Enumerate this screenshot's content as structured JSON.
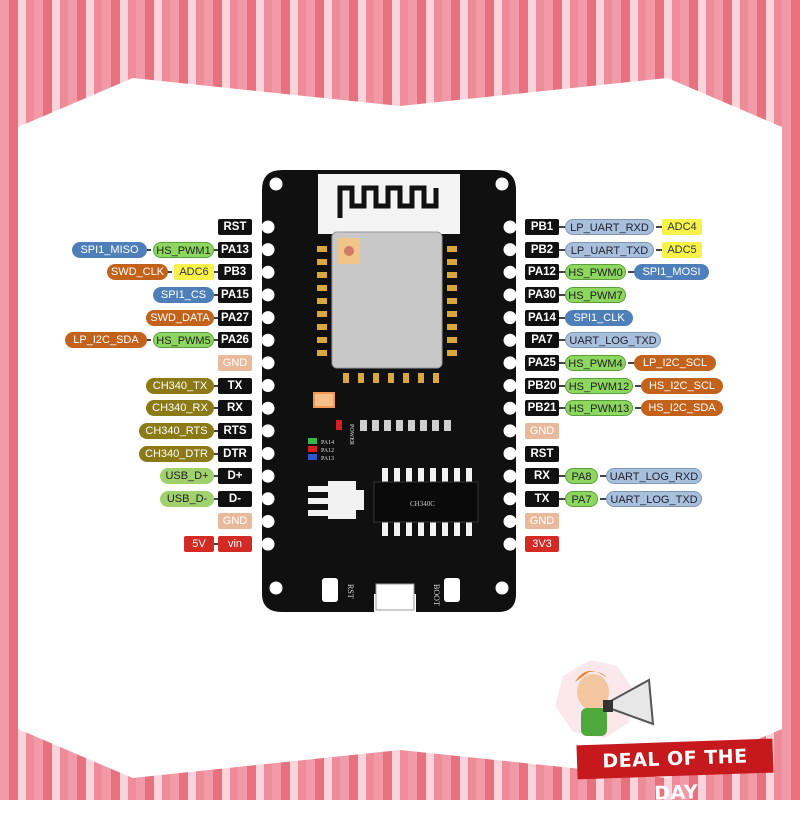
{
  "board": {
    "chip_label": "CH340C",
    "power_silk": "POWER",
    "led_labels": [
      "PA14",
      "PA12",
      "PA13"
    ],
    "rst_silk": "RST",
    "boot_silk": "BOOT"
  },
  "left_pins": [
    {
      "pin": "RST",
      "kind": "pin",
      "labels": []
    },
    {
      "pin": "PA13",
      "kind": "pin",
      "labels": [
        {
          "text": "HS_PWM1",
          "style": "green"
        },
        {
          "text": "SPI1_MISO",
          "style": "blue"
        }
      ]
    },
    {
      "pin": "PB3",
      "kind": "pin",
      "labels": [
        {
          "text": "ADC6",
          "style": "yellow"
        },
        {
          "text": "SWD_CLK",
          "style": "orange"
        }
      ]
    },
    {
      "pin": "PA15",
      "kind": "pin",
      "labels": [
        {
          "text": "SPI1_CS",
          "style": "blue"
        }
      ]
    },
    {
      "pin": "PA27",
      "kind": "pin",
      "labels": [
        {
          "text": "SWD_DATA",
          "style": "orange"
        }
      ]
    },
    {
      "pin": "PA26",
      "kind": "pin",
      "labels": [
        {
          "text": "HS_PWM5",
          "style": "green"
        },
        {
          "text": "LP_I2C_SDA",
          "style": "orange"
        }
      ]
    },
    {
      "pin": "GND",
      "kind": "gnd",
      "labels": []
    },
    {
      "pin": "TX",
      "kind": "pin",
      "labels": [
        {
          "text": "CH340_TX",
          "style": "olive"
        }
      ]
    },
    {
      "pin": "RX",
      "kind": "pin",
      "labels": [
        {
          "text": "CH340_RX",
          "style": "olive"
        }
      ]
    },
    {
      "pin": "RTS",
      "kind": "pin",
      "labels": [
        {
          "text": "CH340_RTS",
          "style": "olive"
        }
      ]
    },
    {
      "pin": "DTR",
      "kind": "pin",
      "labels": [
        {
          "text": "CH340_DTR",
          "style": "olive"
        }
      ]
    },
    {
      "pin": "D+",
      "kind": "pin",
      "labels": [
        {
          "text": "USB_D+",
          "style": "lightgreen"
        }
      ]
    },
    {
      "pin": "D-",
      "kind": "pin",
      "labels": [
        {
          "text": "USB_D-",
          "style": "lightgreen"
        }
      ]
    },
    {
      "pin": "GND",
      "kind": "gnd",
      "labels": []
    },
    {
      "pin": "vin",
      "kind": "power",
      "labels": [
        {
          "text": "5V",
          "style": "power"
        }
      ]
    }
  ],
  "right_pins": [
    {
      "pin": "PB1",
      "kind": "pin",
      "labels": [
        {
          "text": "LP_UART_RXD",
          "style": "lightblue"
        },
        {
          "text": "ADC4",
          "style": "yellow"
        }
      ]
    },
    {
      "pin": "PB2",
      "kind": "pin",
      "labels": [
        {
          "text": "LP_UART_TXD",
          "style": "lightblue"
        },
        {
          "text": "ADC5",
          "style": "yellow"
        }
      ]
    },
    {
      "pin": "PA12",
      "kind": "pin",
      "labels": [
        {
          "text": "HS_PWM0",
          "style": "green"
        },
        {
          "text": "SPI1_MOSI",
          "style": "blue"
        }
      ]
    },
    {
      "pin": "PA30",
      "kind": "pin",
      "labels": [
        {
          "text": "HS_PWM7",
          "style": "green"
        }
      ]
    },
    {
      "pin": "PA14",
      "kind": "pin",
      "labels": [
        {
          "text": "SPI1_CLK",
          "style": "blue"
        }
      ]
    },
    {
      "pin": "PA7",
      "kind": "pin",
      "labels": [
        {
          "text": "UART_LOG_TXD",
          "style": "lightblue"
        }
      ]
    },
    {
      "pin": "PA25",
      "kind": "pin",
      "labels": [
        {
          "text": "HS_PWM4",
          "style": "green"
        },
        {
          "text": "LP_I2C_SCL",
          "style": "orange"
        }
      ]
    },
    {
      "pin": "PB20",
      "kind": "pin",
      "labels": [
        {
          "text": "HS_PWM12",
          "style": "green"
        },
        {
          "text": "HS_I2C_SCL",
          "style": "orange"
        }
      ]
    },
    {
      "pin": "PB21",
      "kind": "pin",
      "labels": [
        {
          "text": "HS_PWM13",
          "style": "green"
        },
        {
          "text": "HS_I2C_SDA",
          "style": "orange"
        }
      ]
    },
    {
      "pin": "GND",
      "kind": "gnd",
      "labels": []
    },
    {
      "pin": "RST",
      "kind": "pin",
      "labels": []
    },
    {
      "pin": "RX",
      "kind": "pin",
      "labels": [
        {
          "text": "PA8",
          "style": "green"
        },
        {
          "text": "UART_LOG_RXD",
          "style": "lightblue"
        }
      ]
    },
    {
      "pin": "TX",
      "kind": "pin",
      "labels": [
        {
          "text": "PA7",
          "style": "green"
        },
        {
          "text": "UART_LOG_TXD",
          "style": "lightblue"
        }
      ]
    },
    {
      "pin": "GND",
      "kind": "gnd",
      "labels": []
    },
    {
      "pin": "3V3",
      "kind": "power",
      "labels": []
    }
  ],
  "badge": {
    "text": "DEAL OF THE DAY"
  }
}
